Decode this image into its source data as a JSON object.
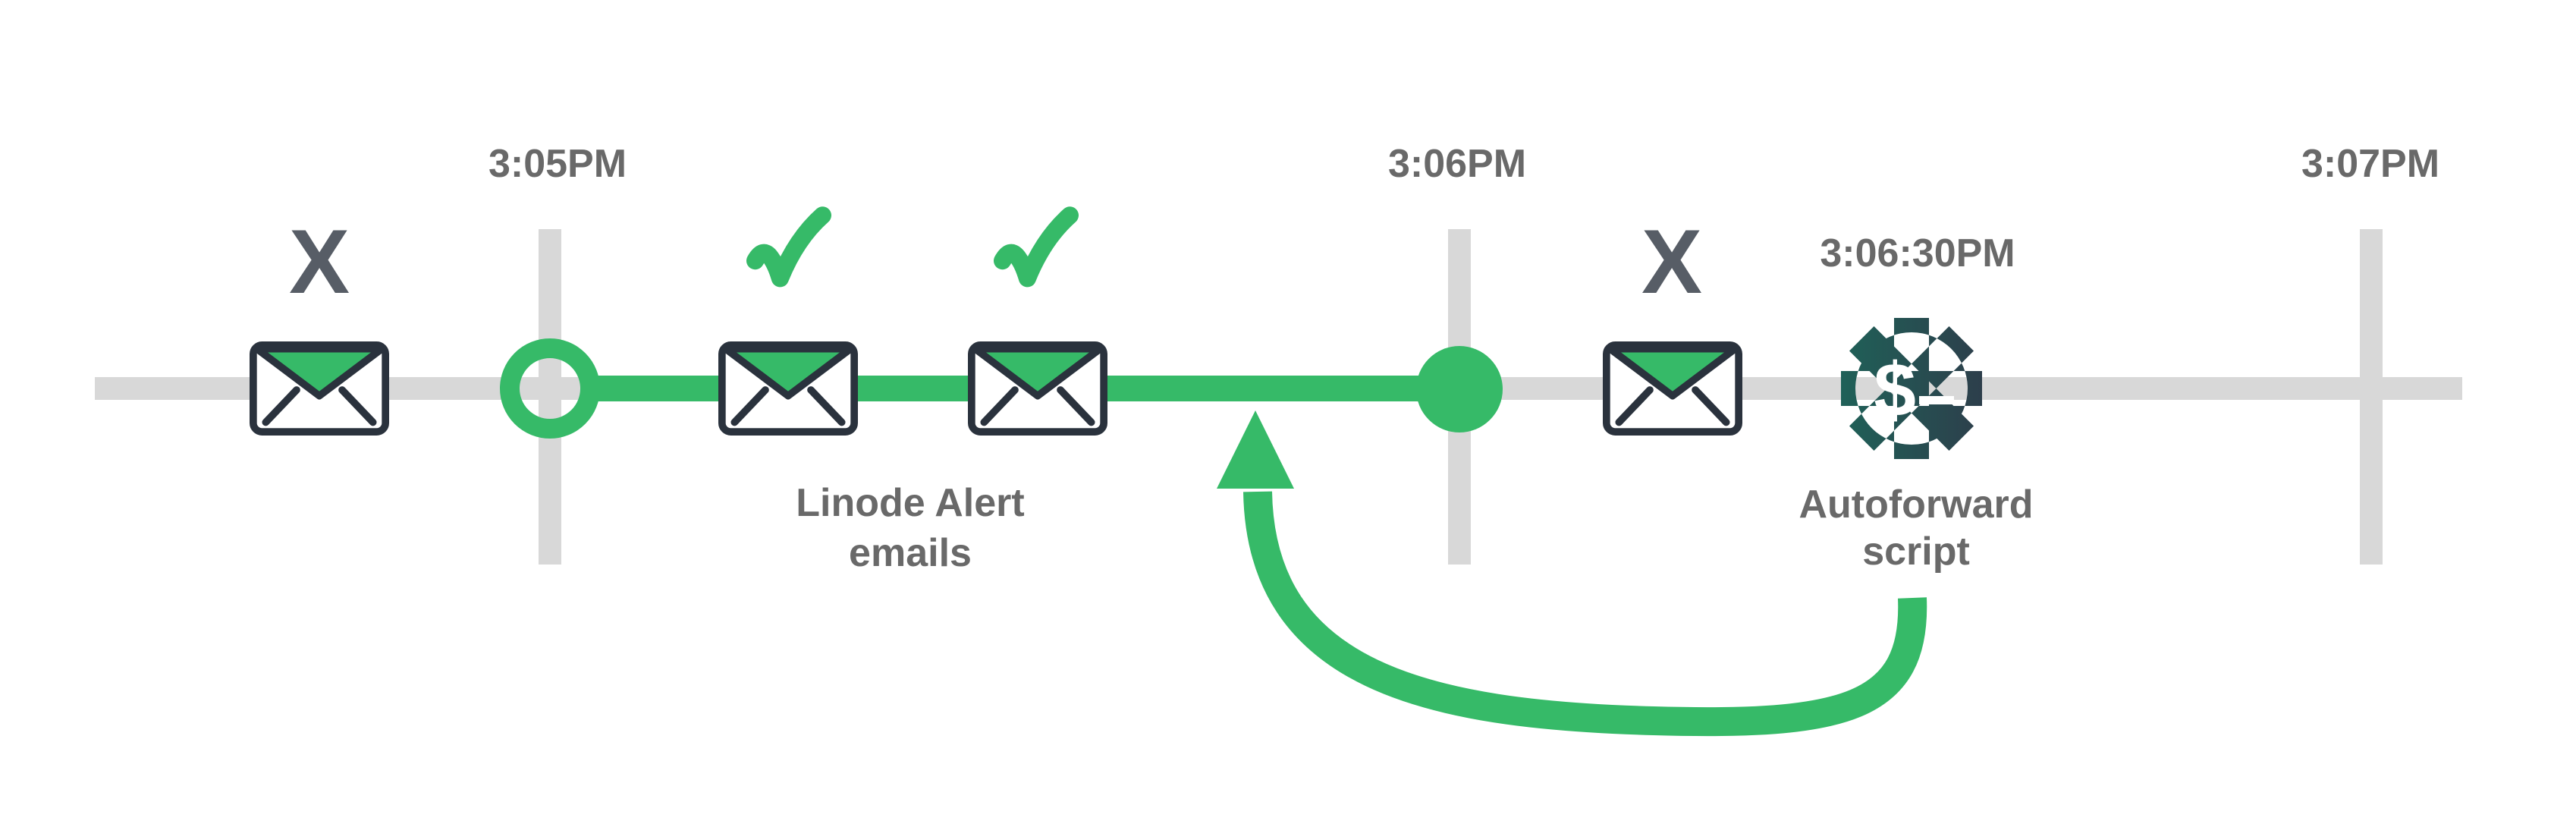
{
  "colors": {
    "green": "#36ba68",
    "track_gray": "#d8d8d8",
    "label_gray": "#696969",
    "x_mark_gray": "#575d66",
    "envelope_outline": "#2a323d",
    "gear_gradient_start": "#1f6158",
    "gear_gradient_end": "#2d3e4b",
    "background": "#ffffff"
  },
  "timeline": {
    "tick_labels": [
      "3:05PM",
      "3:06PM",
      "3:07PM"
    ],
    "event_time_label": "3:06:30PM"
  },
  "marks": {
    "fail_left": "X",
    "fail_right": "X"
  },
  "captions": {
    "alert_emails": [
      "Linode Alert",
      "emails"
    ],
    "autoforward": [
      "Autoforward",
      "script"
    ]
  },
  "icons": {
    "envelope": "envelope-icon",
    "check": "check-icon",
    "gear": "gear-terminal-icon",
    "gear_glyph": "$",
    "ring": "timeline-ring-marker",
    "dot": "timeline-dot-marker",
    "arrow": "loop-arrow-icon"
  }
}
